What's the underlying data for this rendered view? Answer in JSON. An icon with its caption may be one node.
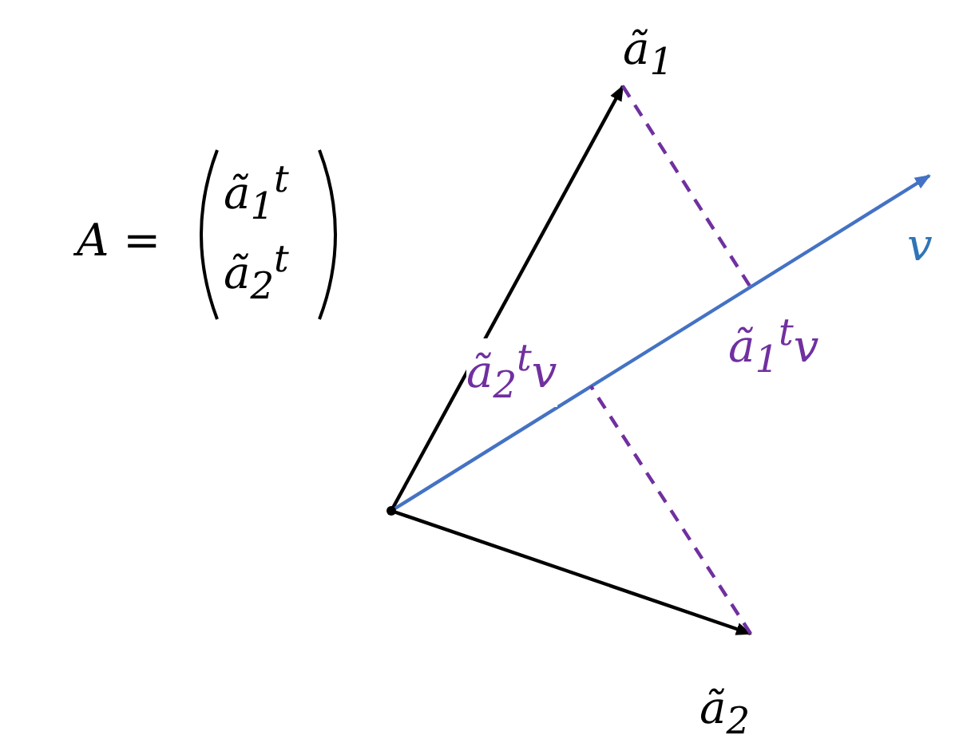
{
  "diagram": {
    "nodes": [
      {
        "text": [],
        "shape": "point"
      },
      {
        "text": [
          "ã$_{1}$"
        ]
      },
      {
        "text": [
          "ã$_{2}$"
        ]
      },
      {
        "text": [
          "v"
        ]
      }
    ],
    "edges": [
      {
        "from": 0,
        "to": 1,
        "arrow": "to"
      },
      {
        "from": 0,
        "to": 2,
        "arrow": "to"
      },
      {
        "from": 0,
        "to": 3,
        "arrow": "to",
        "color": "#4472c4"
      },
      {
        "from": 1,
        "to": null,
        "arrow": "none",
        "style": "dashed",
        "color": "#7030a0",
        "label": "ã$_{1}$$^{t}$v"
      },
      {
        "from": 2,
        "to": null,
        "arrow": "none",
        "style": "dashed",
        "color": "#7030a0",
        "label": "ã$_{2}$$^{t}$v"
      }
    ],
    "labels": [
      "A =",
      "ã$_{1}$$^{t}$",
      "ã$_{2}$$^{t}$"
    ]
  }
}
